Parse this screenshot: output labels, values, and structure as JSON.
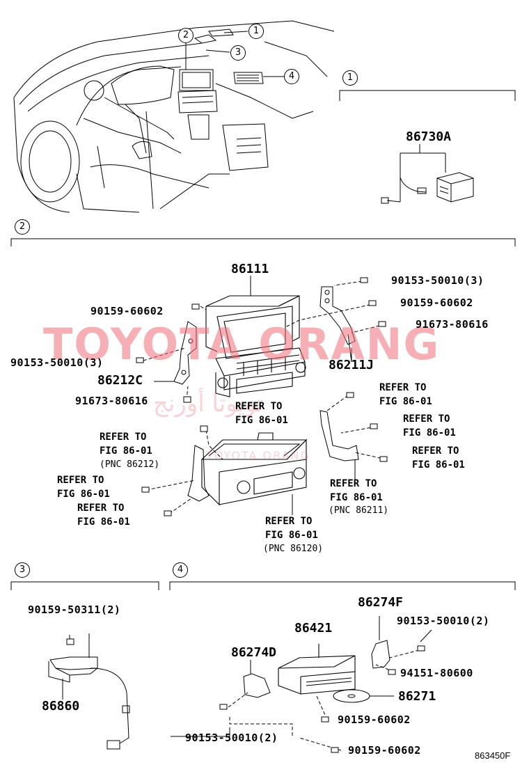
{
  "watermark": {
    "latin": "TOYOTA ORANG",
    "arabic": "تويوتا أورنج",
    "small": "TOYOTA ORANG"
  },
  "figure_code": "863450F",
  "sections": {
    "s1": {
      "number": "1",
      "parts": {
        "p86730A": "86730A"
      }
    },
    "s2": {
      "number": "2",
      "parts": {
        "p86111": "86111",
        "p90159_60602_a": "90159-60602",
        "p90153_50010_3_a": "90153-50010(3)",
        "p90159_60602_b": "90159-60602",
        "p91673_80616_a": "91673-80616",
        "p90153_50010_3_b": "90153-50010(3)",
        "p86211J": "86211J",
        "p86212C": "86212C",
        "p91673_80616_b": "91673-80616"
      },
      "refs": {
        "r1": "REFER TO\nFIG 86-01",
        "r2": "REFER TO\nFIG 86-01",
        "r3": "REFER TO\nFIG 86-01",
        "r4": "REFER TO\nFIG 86-01",
        "r5": "REFER TO\nFIG 86-01",
        "r6": "REFER TO\nFIG 86-01",
        "r7": "REFER TO\nFIG 86-01",
        "r8": "REFER TO\nFIG 86-01",
        "r9": "REFER TO\nFIG 86-01",
        "pnc_86212": "(PNC 86212)",
        "pnc_86211": "(PNC 86211)",
        "pnc_86120": "(PNC 86120)"
      }
    },
    "s3": {
      "number": "3",
      "parts": {
        "p90159_50311_2": "90159-50311(2)",
        "p86860": "86860"
      }
    },
    "s4": {
      "number": "4",
      "parts": {
        "p86274F": "86274F",
        "p86421": "86421",
        "p90153_50010_2_a": "90153-50010(2)",
        "p86274D": "86274D",
        "p94151_80600": "94151-80600",
        "p86271": "86271",
        "p90159_60602_a": "90159-60602",
        "p90153_50010_2_b": "90153-50010(2)",
        "p90159_60602_b": "90159-60602"
      }
    }
  },
  "overview_callouts": [
    "1",
    "2",
    "3",
    "4"
  ]
}
